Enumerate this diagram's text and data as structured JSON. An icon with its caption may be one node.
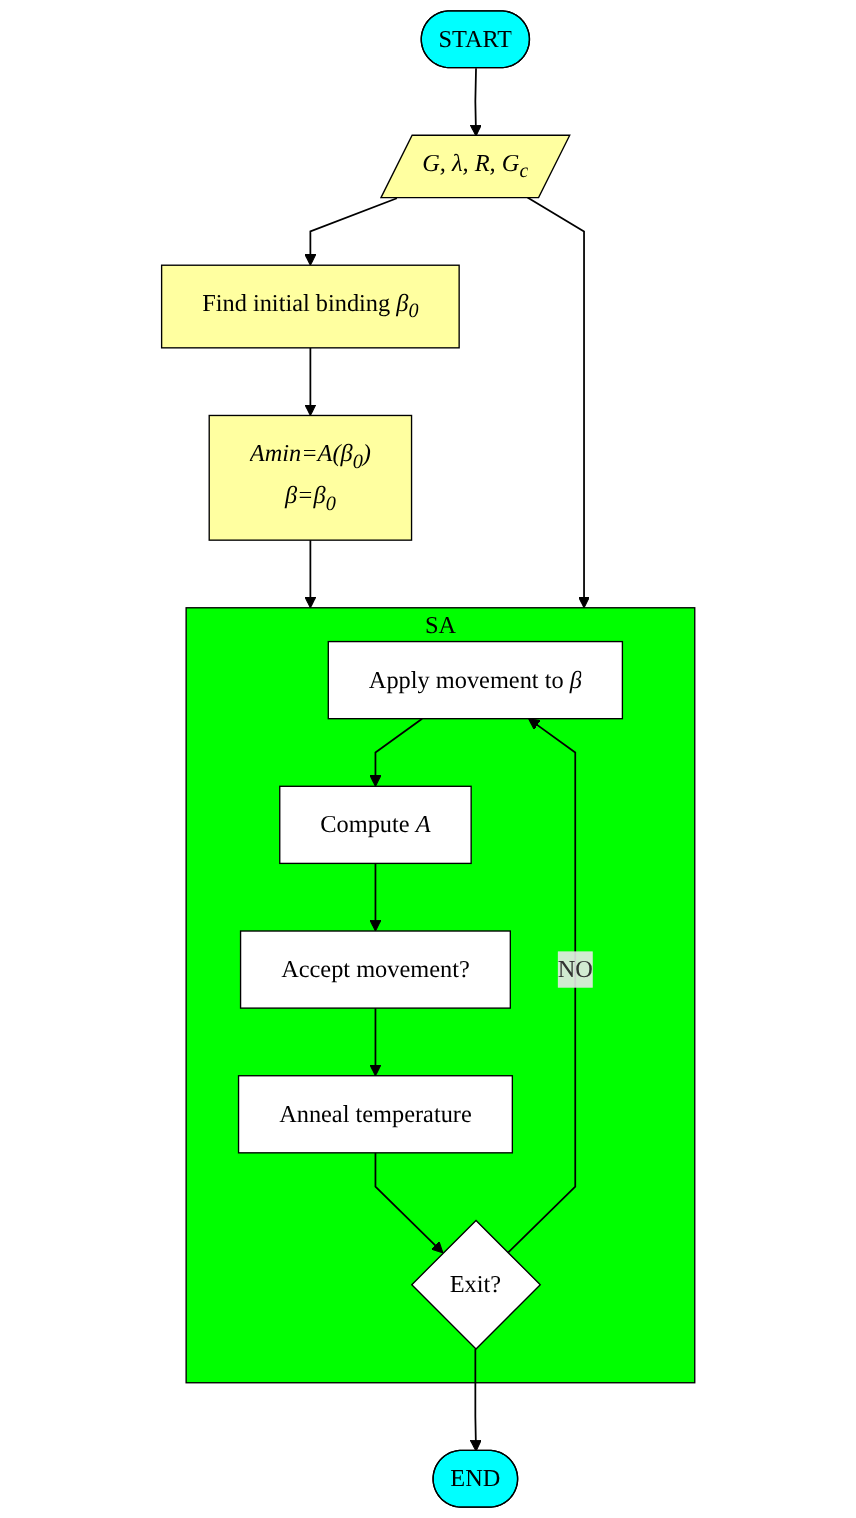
{
  "diagram": {
    "nodes": [
      {
        "text": [
          "START"
        ]
      },
      {
        "text": [
          "G, λ, R, G$_{c}$"
        ]
      },
      {
        "text": [
          "Find initial binding *β$_{0}$*"
        ]
      },
      {
        "text": [
          "Amin=A(β$_{0}$)",
          "β=β$_{0}$"
        ]
      },
      {
        "text": [
          "SA"
        ]
      },
      {
        "text": [
          "Apply movement to *β*"
        ],
        "in": 4
      },
      {
        "text": [
          "Compute *A*"
        ],
        "in": 4
      },
      {
        "text": [
          "Accept movement?"
        ],
        "in": 4
      },
      {
        "text": [
          "Anneal temperature"
        ],
        "in": 4
      },
      {
        "text": [
          "Exit?"
        ],
        "in": 4
      },
      {
        "text": [
          "END"
        ]
      }
    ],
    "edges": [
      {
        "from": 0,
        "to": 1,
        "arrow": "to"
      },
      {
        "from": 1,
        "to": 2,
        "arrow": "to"
      },
      {
        "from": 2,
        "to": 3,
        "arrow": "to"
      },
      {
        "from": 3,
        "to": 4,
        "arrow": "to"
      },
      {
        "from": 1,
        "to": 4,
        "arrow": "to"
      },
      {
        "from": 5,
        "to": 6,
        "arrow": "to"
      },
      {
        "from": 6,
        "to": 7,
        "arrow": "to"
      },
      {
        "from": 7,
        "to": 8,
        "arrow": "to"
      },
      {
        "from": 8,
        "to": 9,
        "arrow": "to"
      },
      {
        "from": 9,
        "to": 5,
        "label": "NO",
        "arrow": "to"
      },
      {
        "from": 9,
        "to": 10,
        "arrow": "to"
      }
    ]
  }
}
